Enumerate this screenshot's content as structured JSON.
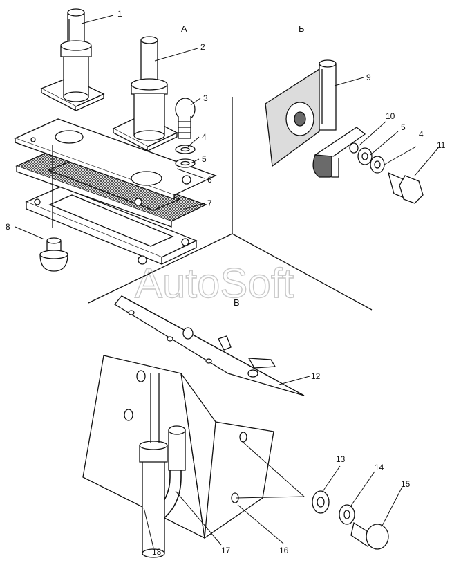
{
  "sections": [
    "А",
    "Б",
    "В"
  ],
  "callouts": [
    "1",
    "2",
    "3",
    "4",
    "5",
    "6",
    "7",
    "8",
    "9",
    "10",
    "5",
    "4",
    "11",
    "12",
    "13",
    "14",
    "15",
    "16",
    "17",
    "18"
  ],
  "watermark": "AutoSoft"
}
